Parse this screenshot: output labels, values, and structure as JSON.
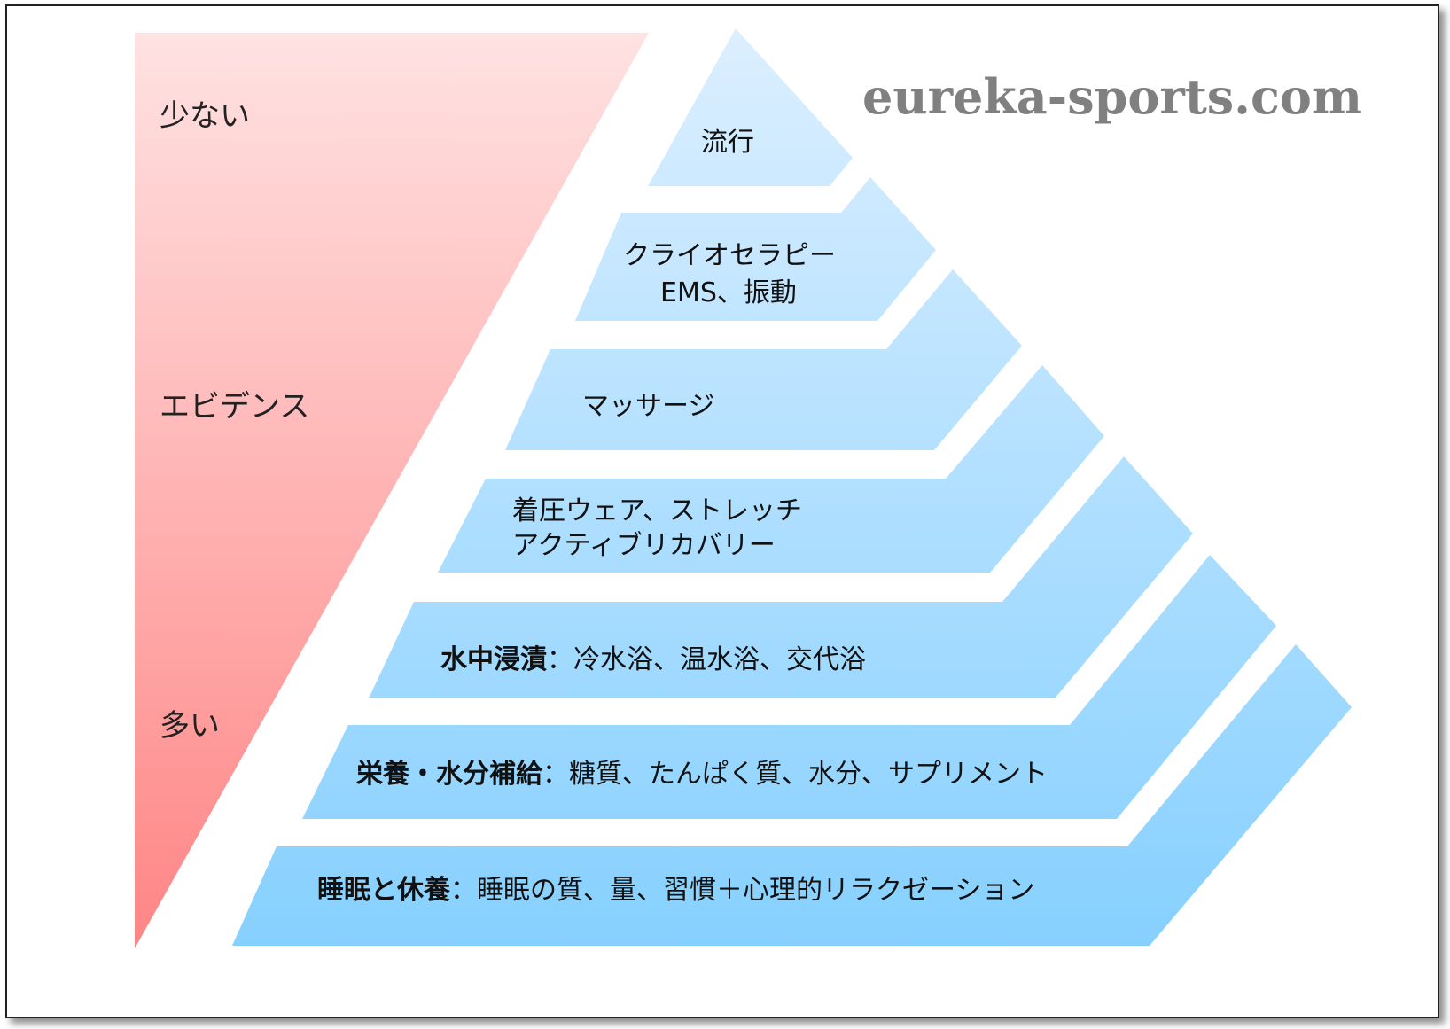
{
  "watermark": "eureka-sports.com",
  "evidence_scale": {
    "label_top": "少ない",
    "label_middle": "エビデンス",
    "label_bottom": "多い",
    "gradient_top_color": "#ffe2e2",
    "gradient_bottom_color": "#ff8585"
  },
  "pyramid": {
    "fill_top_color": "#dcefff",
    "fill_bottom_color": "#86d0ff",
    "tiers": [
      {
        "lines": [
          {
            "bold": "",
            "normal": "流行"
          }
        ]
      },
      {
        "lines": [
          {
            "bold": "",
            "normal": "クライオセラピー"
          },
          {
            "bold": "",
            "normal": "EMS、振動"
          }
        ]
      },
      {
        "lines": [
          {
            "bold": "",
            "normal": "マッサージ"
          }
        ]
      },
      {
        "lines": [
          {
            "bold": "",
            "normal": "着圧ウェア、ストレッチ"
          },
          {
            "bold": "",
            "normal": "アクティブリカバリー"
          }
        ]
      },
      {
        "lines": [
          {
            "bold": "水中浸漬",
            "normal": "：冷水浴、温水浴、交代浴"
          }
        ]
      },
      {
        "lines": [
          {
            "bold": "栄養・水分補給",
            "normal": "：糖質、たんぱく質、水分、サプリメント"
          }
        ]
      },
      {
        "lines": [
          {
            "bold": "睡眠と休養",
            "normal": "：睡眠の質、量、習慣＋心理的リラクゼーション"
          }
        ]
      }
    ]
  }
}
